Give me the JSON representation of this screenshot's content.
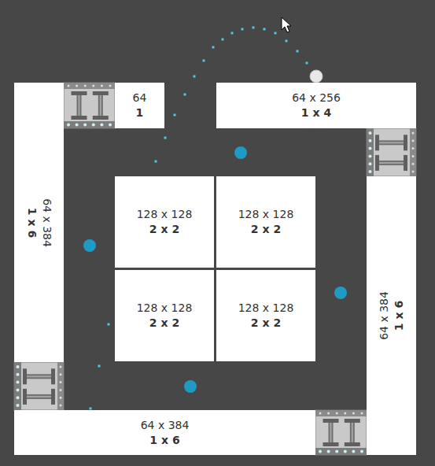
{
  "diagram": {
    "nodes": [
      {
        "text": [
          "64",
          "1"
        ]
      },
      {
        "text": [
          "64 x 256",
          "1 x 4"
        ]
      },
      {
        "text": [
          "64 x 384",
          "1 x 6"
        ]
      },
      {
        "text": [
          "128 x 128",
          "2 x 2"
        ]
      },
      {
        "text": [
          "128 x 128",
          "2 x 2"
        ]
      },
      {
        "text": [
          "128 x 128",
          "2 x 2"
        ]
      },
      {
        "text": [
          "128 x 128",
          "2 x 2"
        ]
      },
      {
        "text": [
          "64 x 384",
          "1 x 6"
        ]
      },
      {
        "text": [
          "64 x 384",
          "1 x 6"
        ]
      }
    ]
  }
}
